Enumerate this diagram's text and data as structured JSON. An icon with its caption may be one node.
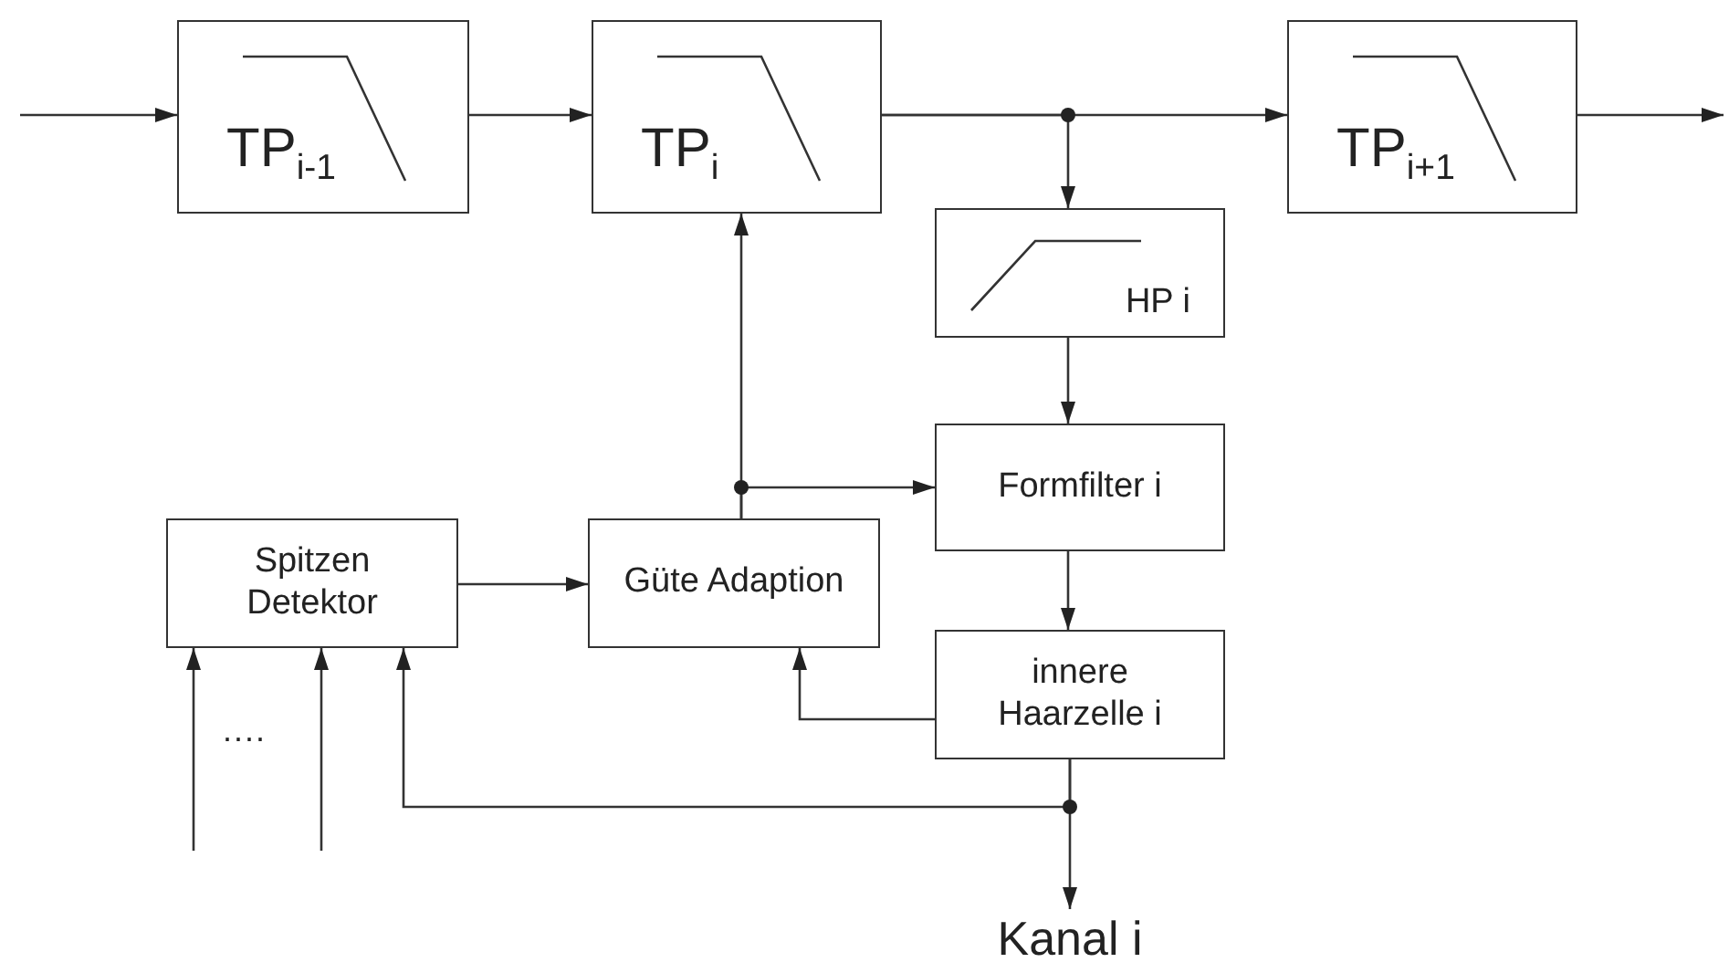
{
  "diagram": {
    "nodes": [
      {
        "text": [
          "TP$_{i-1}$"
        ]
      },
      {
        "text": [
          "TP$_{i}$"
        ]
      },
      {
        "text": [
          "TP$_{i+1}$"
        ]
      },
      {
        "text": [
          "HP i"
        ]
      },
      {
        "text": [
          "Formfilter i"
        ]
      },
      {
        "text": [
          "Spitzen Detektor"
        ]
      },
      {
        "text": [
          "Güte Adaption"
        ]
      },
      {
        "text": [
          "innere Haarzelle i"
        ]
      },
      {
        "text": [
          "Kanal i"
        ]
      }
    ],
    "edges": [
      {
        "from": null,
        "to": 0,
        "arrow": "to"
      },
      {
        "from": 0,
        "to": 1,
        "arrow": "to"
      },
      {
        "from": 1,
        "to": 2,
        "arrow": "to"
      },
      {
        "from": 1,
        "to": 3,
        "arrow": "to"
      },
      {
        "from": 2,
        "to": null,
        "arrow": "to"
      },
      {
        "from": 3,
        "to": 4,
        "arrow": "to"
      },
      {
        "from": 6,
        "to": 1,
        "arrow": "to"
      },
      {
        "from": 6,
        "to": 4,
        "arrow": "to"
      },
      {
        "from": 4,
        "to": 7,
        "arrow": "to"
      },
      {
        "from": 7,
        "to": 6,
        "arrow": "to"
      },
      {
        "from": 5,
        "to": 6,
        "arrow": "to"
      },
      {
        "from": 7,
        "to": 8,
        "arrow": "to"
      },
      {
        "from": 7,
        "to": 5,
        "arrow": "to"
      },
      {
        "from": null,
        "to": 5,
        "arrow": "to"
      },
      {
        "from": null,
        "to": 5,
        "arrow": "to"
      }
    ],
    "labels": [
      "...."
    ]
  }
}
